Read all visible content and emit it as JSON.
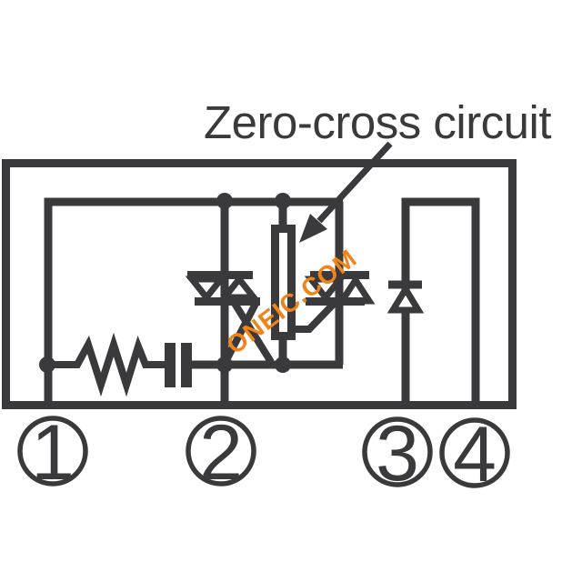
{
  "annotation": {
    "label": "Zero-cross circuit"
  },
  "watermark": {
    "text": "ONEIC.COM",
    "color": "#f08418"
  },
  "pins": [
    {
      "label": "1"
    },
    {
      "label": "2"
    },
    {
      "label": "3"
    },
    {
      "label": "4"
    }
  ],
  "colors": {
    "line": "#3a3a3c",
    "watermark_orange": "#f08418",
    "background": "#ffffff"
  },
  "symbols": [
    "package-outline",
    "snubber-resistor",
    "snubber-capacitor",
    "main-triac",
    "pilot-triac",
    "zero-cross-block",
    "zero-cross-annotation-arrow",
    "input-diode",
    "junction-dots",
    "pin-terminals"
  ]
}
